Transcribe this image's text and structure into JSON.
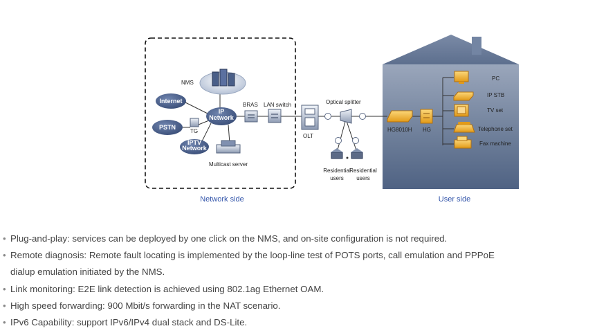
{
  "diagram": {
    "nms": "NMS",
    "internet": "Internet",
    "pstn": "PSTN",
    "ip_network_line1": "IP",
    "ip_network_line2": "Network",
    "tg": "TG",
    "iptv_line1": "IPTV",
    "iptv_line2": "Network",
    "multicast_server": "Multicast server",
    "bras": "BRAS",
    "lan_switch": "LAN switch",
    "olt": "OLT",
    "optical_splitter": "Optical splitter",
    "residential_users_1_line1": "Residential",
    "residential_users_1_line2": "users",
    "residential_users_2_line1": "Residential",
    "residential_users_2_line2": "users",
    "hg8010h": "HG8010H",
    "hg": "HG",
    "pc": "PC",
    "ip_stb": "IP STB",
    "tv_set": "TV set",
    "telephone_set": "Telephone set",
    "fax_machine": "Fax machine",
    "network_side": "Network side",
    "user_side": "User side"
  },
  "features": [
    "Plug-and-play: services can be deployed by one click on the NMS, and on-site configuration is not required.",
    "Remote diagnosis: Remote fault locating is implemented by the loop-line test of POTS ports, call emulation and PPPoE dialup emulation initiated by the NMS.",
    "Link monitoring: E2E link detection is achieved using 802.1ag Ethernet OAM.",
    "High speed forwarding: 900 Mbit/s forwarding in the NAT scenario.",
    "IPv6 Capability: support IPv6/IPv4 dual stack and DS-Lite."
  ],
  "colors": {
    "house": "#6e7f9c",
    "cloud": "#4a5f88",
    "device": "#f0b030",
    "side_label": "#3355aa"
  }
}
